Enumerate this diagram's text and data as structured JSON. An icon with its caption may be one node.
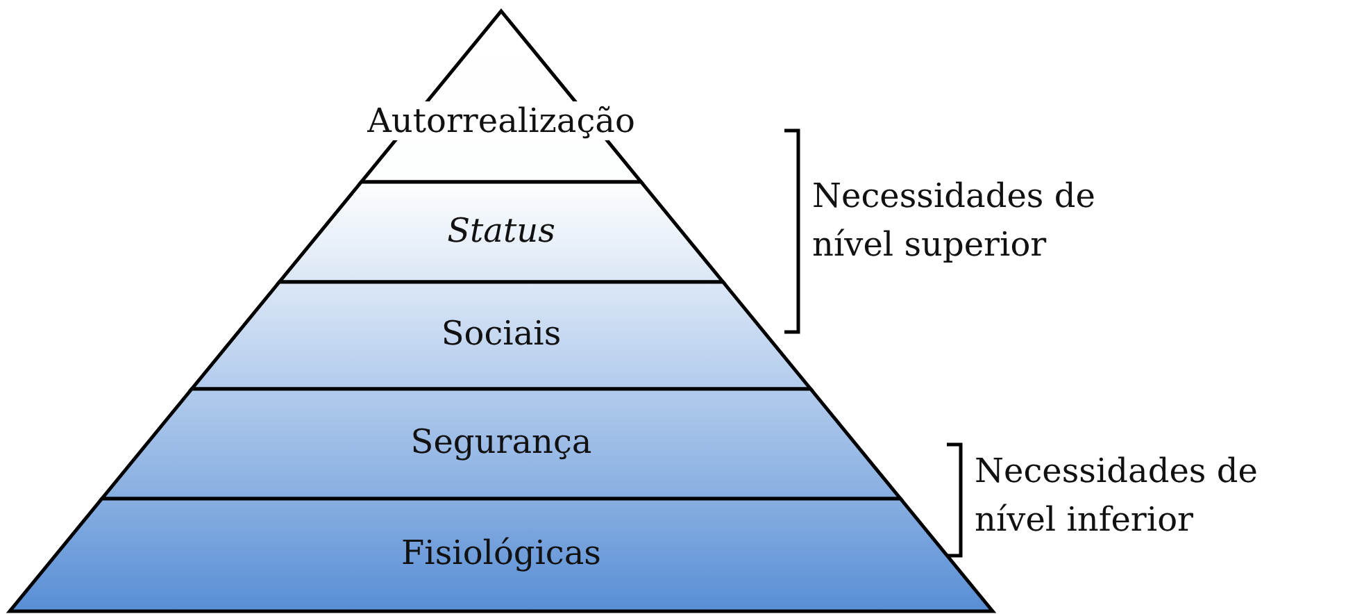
{
  "diagram": {
    "nodes": [
      {
        "text": [
          "Autorrealização"
        ]
      },
      {
        "text": [
          "Status"
        ]
      },
      {
        "text": [
          "Sociais"
        ]
      },
      {
        "text": [
          "Segurança"
        ]
      },
      {
        "text": [
          "Fisiológicas"
        ]
      }
    ],
    "labels": [
      "Necessidades de nível superior",
      "Necessidades de nível inferior"
    ]
  }
}
